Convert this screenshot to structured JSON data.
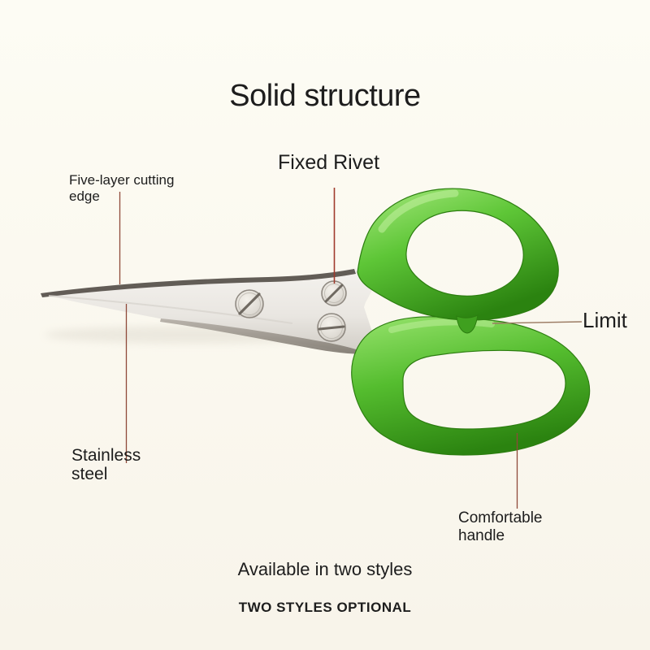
{
  "title": "Solid structure",
  "annotations": {
    "fixed_rivet": "Fixed Rivet",
    "five_layer": [
      "Five-layer cutting",
      "edge"
    ],
    "limit": "Limit",
    "stainless": [
      "Stainless",
      "steel"
    ],
    "comfortable": [
      "Comfortable",
      "handle"
    ]
  },
  "footer": {
    "available": "Available in two styles",
    "optional": "TWO STYLES OPTIONAL"
  },
  "colors": {
    "background": "#faf8ef",
    "text": "#1d1d1d",
    "pointer_line": "#8f4a3a",
    "pointer_line_red": "#a03a2c",
    "pointer_line_tan": "#9b7b63",
    "handle_green": "#57c02f",
    "handle_green_dark": "#2b8310",
    "handle_green_light": "#a8e97f",
    "steel_light": "#eeebe5",
    "steel_dark": "#7f7970",
    "blade_edge": "#5a544e"
  }
}
